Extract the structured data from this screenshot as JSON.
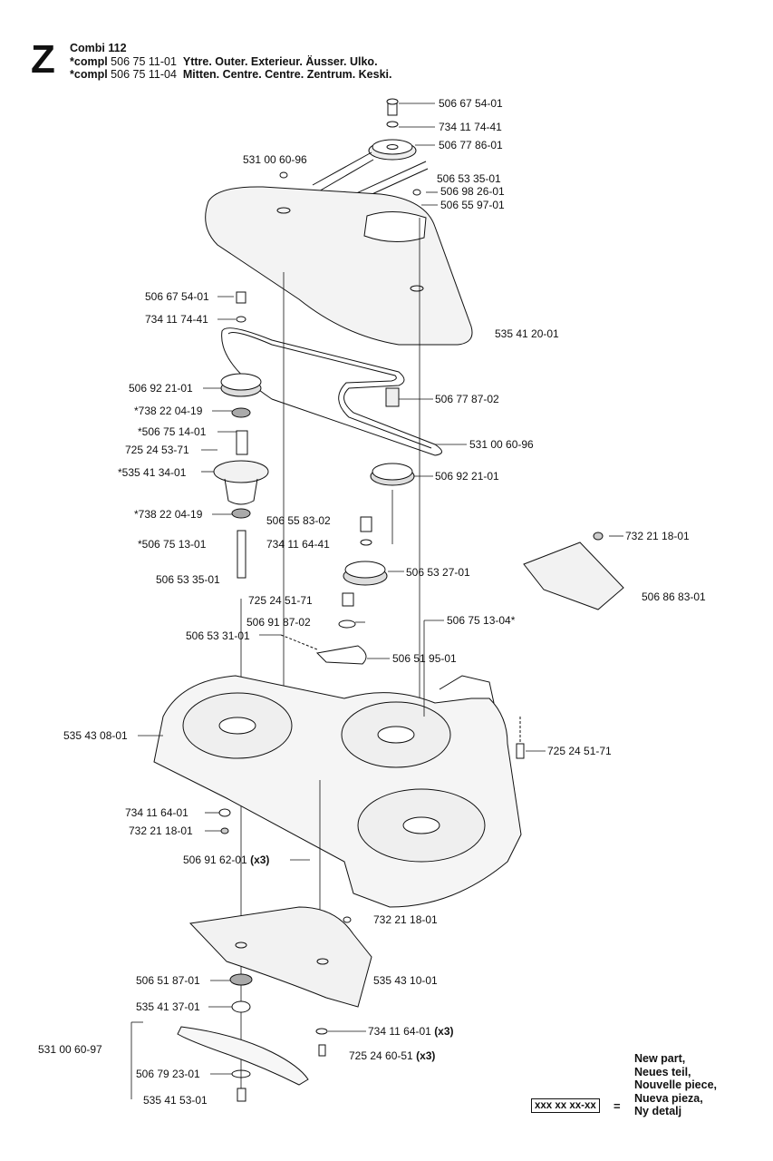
{
  "header": {
    "letter": "Z",
    "model": "Combi 112",
    "line1_prefix": "*compl",
    "line1_number": "506 75 11-01",
    "line1_desc": "Yttre. Outer. Exterieur. Äusser. Ulko.",
    "line2_prefix": "*compl",
    "line2_number": "506 75 11-04",
    "line2_desc": "Mitten. Centre. Centre. Zentrum. Keski."
  },
  "labels": [
    {
      "id": "l1",
      "text": "506 67 54-01"
    },
    {
      "id": "l2",
      "text": "734 11 74-41"
    },
    {
      "id": "l3",
      "text": "506 77 86-01"
    },
    {
      "id": "l4",
      "text": "531 00 60-96"
    },
    {
      "id": "l5",
      "text": "506 53 35-01"
    },
    {
      "id": "l6",
      "text": "506 98 26-01"
    },
    {
      "id": "l7",
      "text": "506 55 97-01"
    },
    {
      "id": "l8",
      "text": "506 67 54-01"
    },
    {
      "id": "l9",
      "text": "734 11 74-41"
    },
    {
      "id": "l10",
      "text": "535 41 20-01"
    },
    {
      "id": "l11",
      "text": "506 92 21-01"
    },
    {
      "id": "l12",
      "text": "506 77 87-02"
    },
    {
      "id": "l13",
      "text": "*738 22 04-19"
    },
    {
      "id": "l14",
      "text": "*506 75 14-01"
    },
    {
      "id": "l15",
      "text": "725 24 53-71"
    },
    {
      "id": "l16",
      "text": "531 00 60-96"
    },
    {
      "id": "l17",
      "text": "*535 41 34-01"
    },
    {
      "id": "l18",
      "text": "506 92 21-01"
    },
    {
      "id": "l19",
      "text": "*738 22 04-19"
    },
    {
      "id": "l20",
      "text": "506 55 83-02"
    },
    {
      "id": "l21",
      "text": "732 21 18-01"
    },
    {
      "id": "l22",
      "text": "*506 75 13-01"
    },
    {
      "id": "l23",
      "text": "734 11 64-41"
    },
    {
      "id": "l24",
      "text": "506 53 27-01"
    },
    {
      "id": "l25",
      "text": "506 53 35-01"
    },
    {
      "id": "l26",
      "text": "506 86 83-01"
    },
    {
      "id": "l27",
      "text": "725 24 51-71"
    },
    {
      "id": "l28",
      "text": "506 91 87-02"
    },
    {
      "id": "l29",
      "text": "506 75 13-04*"
    },
    {
      "id": "l30",
      "text": "506 53 31-01"
    },
    {
      "id": "l31",
      "text": "506 51 95-01"
    },
    {
      "id": "l32",
      "text": "535 43 08-01"
    },
    {
      "id": "l33",
      "text": "725 24 51-71"
    },
    {
      "id": "l34",
      "text": "734 11 64-01"
    },
    {
      "id": "l35",
      "text": "732 21 18-01"
    },
    {
      "id": "l36",
      "text": "506 91 62-01",
      "suffix": "(x3)"
    },
    {
      "id": "l37",
      "text": "732 21 18-01"
    },
    {
      "id": "l38",
      "text": "506 51 87-01"
    },
    {
      "id": "l39",
      "text": "535 43 10-01"
    },
    {
      "id": "l40",
      "text": "535 41 37-01"
    },
    {
      "id": "l41",
      "text": "734 11 64-01",
      "suffix": "(x3)"
    },
    {
      "id": "l42",
      "text": "531 00 60-97"
    },
    {
      "id": "l43",
      "text": "725 24 60-51",
      "suffix": "(x3)"
    },
    {
      "id": "l44",
      "text": "506 79 23-01"
    },
    {
      "id": "l45",
      "text": "535 41 53-01"
    }
  ],
  "legend": {
    "lines": [
      "New part,",
      "Neues teil,",
      "Nouvelle piece,",
      "Nueva pieza,",
      "Ny detalj"
    ],
    "box_text": "xxx xx xx-xx",
    "equals": "="
  }
}
